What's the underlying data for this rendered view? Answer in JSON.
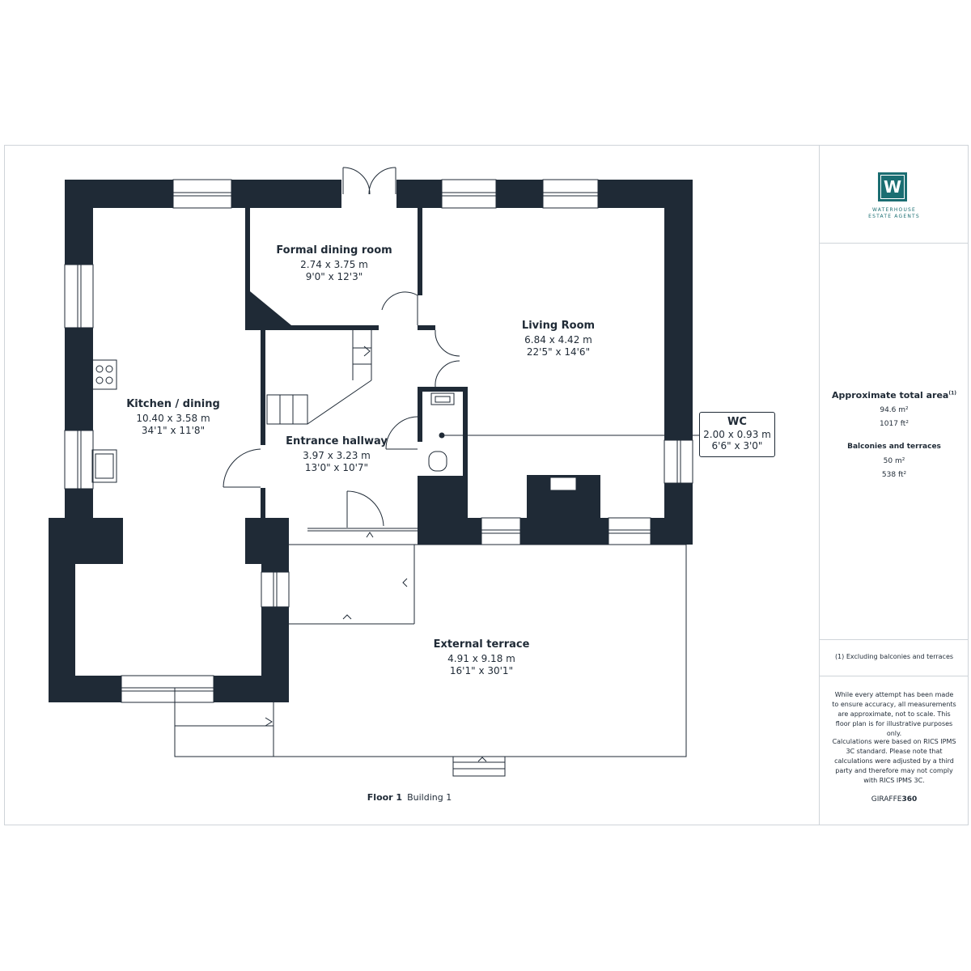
{
  "rooms": {
    "kitchen": {
      "name": "Kitchen / dining",
      "metric": "10.40 x 3.58 m",
      "imperial": "34'1\" x 11'8\""
    },
    "dining": {
      "name": "Formal dining room",
      "metric": "2.74 x 3.75 m",
      "imperial": "9'0\" x 12'3\""
    },
    "living": {
      "name": "Living Room",
      "metric": "6.84 x 4.42 m",
      "imperial": "22'5\" x 14'6\""
    },
    "hallway": {
      "name": "Entrance hallway",
      "metric": "3.97 x 3.23 m",
      "imperial": "13'0\" x 10'7\""
    },
    "terrace": {
      "name": "External terrace",
      "metric": "4.91 x 9.18 m",
      "imperial": "16'1\" x 30'1\""
    },
    "wc": {
      "name": "WC",
      "metric": "2.00 x 0.93 m",
      "imperial": "6'6\" x 3'0\""
    }
  },
  "caption": {
    "floor": "Floor 1",
    "building": "Building 1"
  },
  "sidebar": {
    "logo_letter": "W",
    "logo_line1": "WATERHOUSE",
    "logo_line2": "ESTATE AGENTS",
    "area_title": "Approximate total area",
    "area_note_marker": "(1)",
    "area_m2": "94.6 m²",
    "area_ft2": "1017 ft²",
    "balconies_title": "Balconies and terraces",
    "balconies_m2": "50 m²",
    "balconies_ft2": "538 ft²",
    "footnote": "(1) Excluding balconies and terraces",
    "disclaimer_1": "While every attempt has been made to ensure accuracy, all measurements are approximate, not to scale. This floor plan is for illustrative purposes only.",
    "disclaimer_2": "Calculations were based on RICS IPMS 3C standard. Please note that calculations were adjusted by a third party and therefore may not comply with RICS IPMS 3C.",
    "brand_a": "GIRAFFE",
    "brand_b": "360"
  },
  "colors": {
    "wall": "#1f2a36",
    "brand": "#1b6e72"
  }
}
